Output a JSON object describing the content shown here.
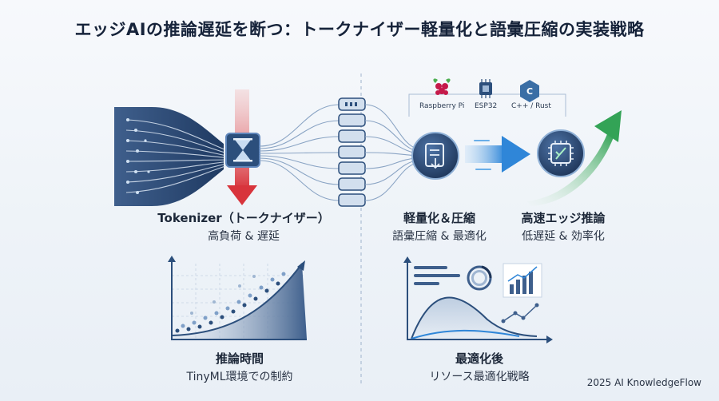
{
  "title": "エッジAIの推論遅延を断つ：トークナイザー軽量化と語彙圧縮の実装戦略",
  "tokenizer": {
    "label": "Tokenizer（トークナイザー）",
    "sub": "高負荷 & 遅延"
  },
  "compress": {
    "label": "軽量化＆圧縮",
    "sub": "語彙圧縮 & 最適化"
  },
  "inference": {
    "label": "高速エッジ推論",
    "sub": "低遅延 & 効率化"
  },
  "latency": {
    "label": "推論時間",
    "sub": "TinyML環境での制約"
  },
  "optimized": {
    "label": "最適化後",
    "sub": "リソース最適化戦略"
  },
  "platforms": [
    {
      "name": "Raspberry Pi",
      "icon": "raspberry-pi-icon"
    },
    {
      "name": "ESP32",
      "icon": "chip-icon"
    },
    {
      "name": "C++ / Rust",
      "icon": "cpp-icon"
    }
  ],
  "credit": "2025 AI KnowledgeFlow",
  "colors": {
    "navy": "#2c4f7c",
    "accent_blue": "#3a8fd6",
    "red": "#d8343c",
    "green": "#3aa05a"
  }
}
